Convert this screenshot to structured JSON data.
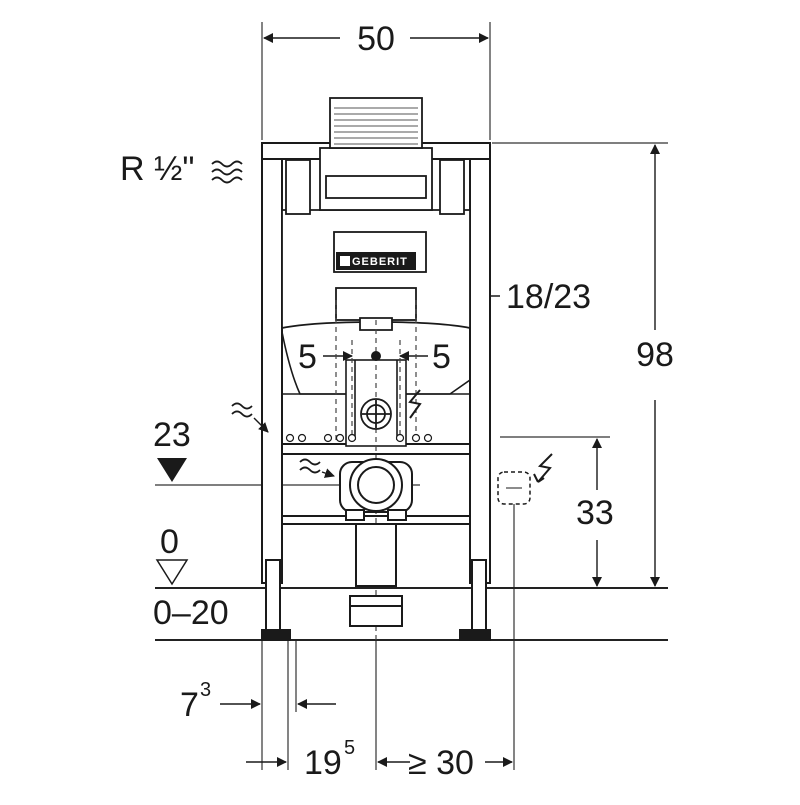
{
  "diagram": {
    "brand": "GEBERIT",
    "labels": {
      "width": "50",
      "height": "98",
      "pipe_thread": "R ½\"",
      "flush_width": "18/23",
      "left_offset": "5",
      "right_offset": "5",
      "drain_height": "23",
      "floor_level": "0",
      "floor_range": "0–20",
      "socket_height": "33",
      "foot_base": "7",
      "foot_sup": "3",
      "drain_base": "19",
      "drain_sup": "5",
      "min_distance": "≥ 30"
    }
  }
}
